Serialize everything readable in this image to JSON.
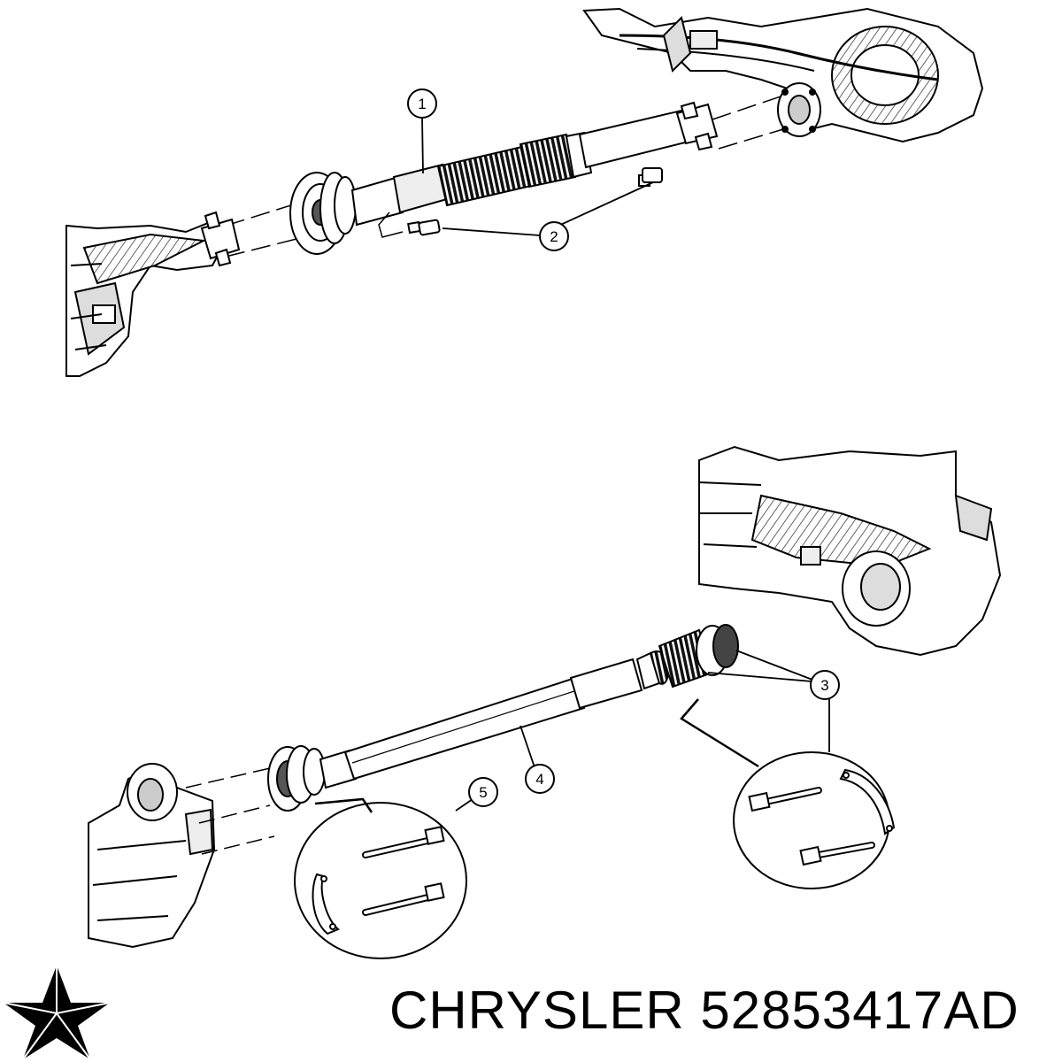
{
  "callouts": [
    {
      "id": "1",
      "label": "1"
    },
    {
      "id": "2",
      "label": "2"
    },
    {
      "id": "3",
      "label": "3"
    },
    {
      "id": "4",
      "label": "4"
    },
    {
      "id": "5",
      "label": "5"
    }
  ],
  "caption": {
    "brand": "CHRYSLER",
    "part_number": "52853417AD"
  },
  "logo": {
    "icon": "pentastar-icon",
    "color": "#000000"
  }
}
